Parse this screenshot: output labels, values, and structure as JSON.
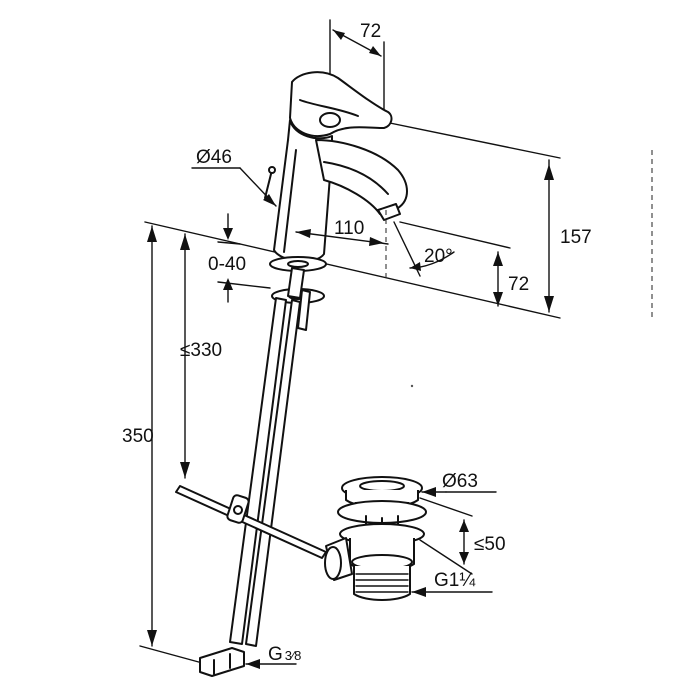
{
  "dimensions": {
    "handle_offset": "72",
    "total_height": "157",
    "body_diameter": "Ø46",
    "spout_reach": "110",
    "spout_angle": "20°",
    "spout_height": "72",
    "deck_range": "0-40",
    "hose_length": "≤330",
    "rod_length": "350",
    "waste_diameter": "Ø63",
    "waste_height": "≤50",
    "waste_thread": "G1¼",
    "hose_thread_main": "G",
    "hose_thread_frac": "3⁄8"
  }
}
